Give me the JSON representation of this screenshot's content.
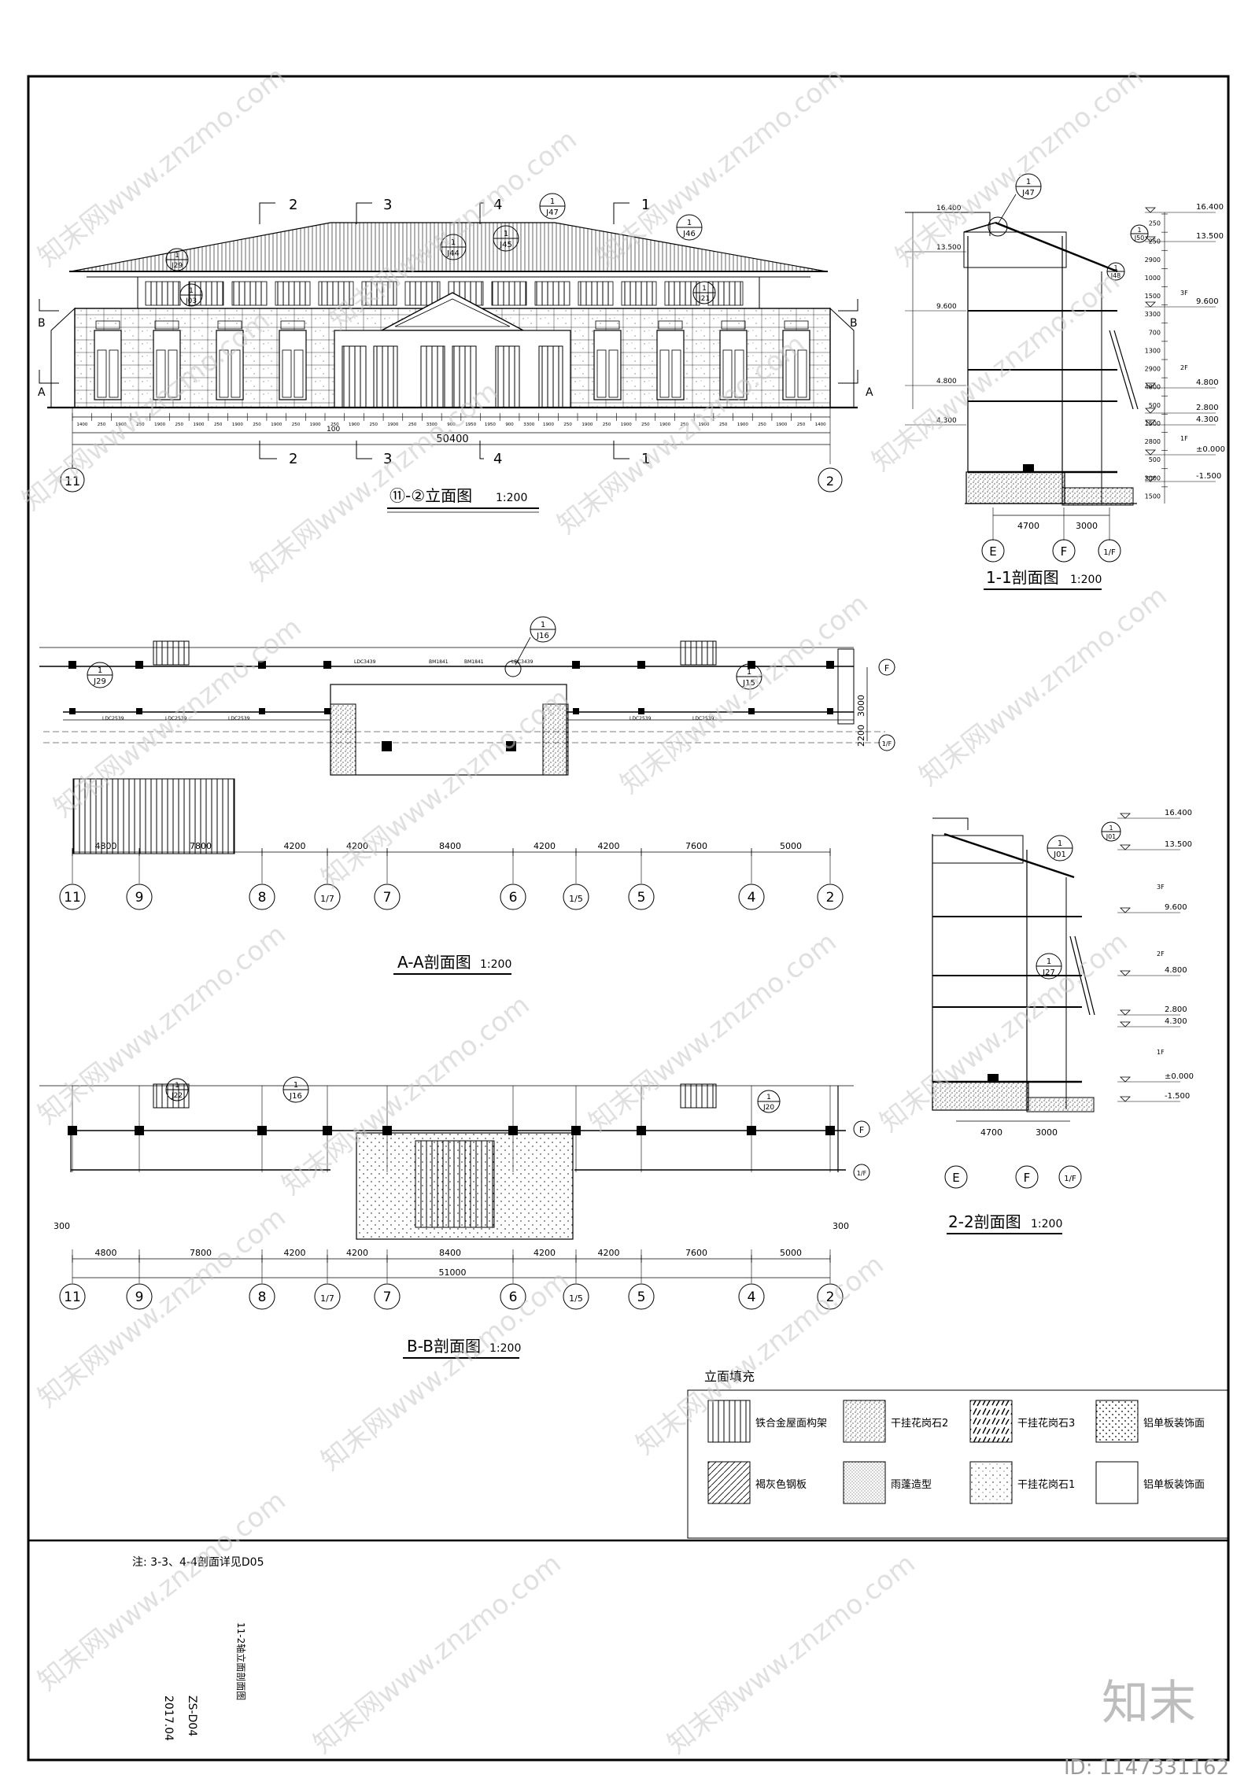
{
  "elevation": {
    "title": "⑪-②立面图",
    "scale": "1:200",
    "total_dim": "50400",
    "top_dim": "100",
    "axis_left": "11",
    "axis_right": "2",
    "cut_marks": [
      "2",
      "3",
      "4",
      "1"
    ],
    "section_marks": [
      "A",
      "B"
    ],
    "callouts": [
      {
        "num": "1",
        "ref": "J47"
      },
      {
        "num": "1",
        "ref": "J46"
      },
      {
        "num": "1",
        "ref": "J44"
      },
      {
        "num": "1",
        "ref": "J45"
      },
      {
        "num": "1",
        "ref": "J29"
      },
      {
        "num": "1",
        "ref": "J03"
      },
      {
        "num": "1",
        "ref": "J21"
      }
    ],
    "dims_row": [
      "1400",
      "250",
      "1900",
      "250",
      "1900",
      "250",
      "1900",
      "250",
      "1900",
      "250",
      "1900",
      "250",
      "1900",
      "250",
      "1900",
      "250",
      "1900",
      "250",
      "3300",
      "900",
      "1950",
      "1950",
      "900",
      "3300",
      "1900",
      "250",
      "1900",
      "250",
      "1900",
      "250",
      "1900",
      "250",
      "1900",
      "250",
      "1900",
      "250",
      "1900",
      "250",
      "1400"
    ]
  },
  "section_1_1": {
    "title": "1-1剖面图",
    "scale": "1:200",
    "callout": {
      "num": "1",
      "ref": "J47"
    },
    "callout2": {
      "num": "1",
      "ref": "J50"
    },
    "callout3": {
      "num": "1",
      "ref": "J48"
    },
    "levels": [
      "16.400",
      "13.500",
      "9.600",
      "4.800",
      "2.800",
      "4.300",
      "±0.000",
      "-1.500"
    ],
    "level_left": [
      "16.400",
      "13.500",
      "9.600",
      "4.800",
      "4.300"
    ],
    "floor_tags": [
      "3F",
      "2F",
      "1F"
    ],
    "vert_dims": [
      "250",
      "250",
      "2900",
      "1000",
      "1500",
      "3300",
      "700",
      "1300",
      "2900",
      "4800",
      "500",
      "1500",
      "2800",
      "500",
      "2000",
      "1500"
    ],
    "bottom_dims": [
      "4700",
      "3000"
    ],
    "axes": [
      "E",
      "F",
      "1/F"
    ]
  },
  "section_a_a": {
    "title": "A-A剖面图",
    "scale": "1:200",
    "callouts": [
      {
        "num": "1",
        "ref": "J29"
      },
      {
        "num": "1",
        "ref": "J16"
      },
      {
        "num": "1",
        "ref": "J15"
      }
    ],
    "right_dims": [
      "3000",
      "2200"
    ],
    "axis_right": [
      "F",
      "1/F"
    ],
    "bottom_dims": [
      "4800",
      "7800",
      "4200",
      "4200",
      "8400",
      "4200",
      "4200",
      "7600",
      "5000"
    ],
    "axes": [
      "11",
      "9",
      "8",
      "1/7",
      "7",
      "6",
      "1/5",
      "5",
      "4",
      "2"
    ],
    "window_codes": [
      "LDC2539",
      "LDC2539",
      "LDC2539",
      "LDC3439",
      "BM1841",
      "BM1841",
      "LDC3439",
      "LDC2539",
      "LDC2539"
    ]
  },
  "section_2_2": {
    "title": "2-2剖面图",
    "scale": "1:200",
    "callouts": [
      {
        "num": "1",
        "ref": "J01"
      },
      {
        "num": "1",
        "ref": "J01"
      },
      {
        "num": "1",
        "ref": "J27"
      }
    ],
    "levels": [
      "16.400",
      "13.500",
      "9.600",
      "4.800",
      "2.800",
      "4.300",
      "±0.000",
      "-1.500"
    ],
    "floor_tags": [
      "3F",
      "2F",
      "1F"
    ],
    "bottom_dims": [
      "4700",
      "3000"
    ],
    "axes": [
      "E",
      "F",
      "1/F"
    ]
  },
  "section_b_b": {
    "title": "B-B剖面图",
    "scale": "1:200",
    "callouts": [
      {
        "num": "1",
        "ref": "J22"
      },
      {
        "num": "1",
        "ref": "J16"
      },
      {
        "num": "1",
        "ref": "J20"
      }
    ],
    "side_dims": [
      "300",
      "300"
    ],
    "total_dim": "51000",
    "bottom_dims": [
      "4800",
      "7800",
      "4200",
      "4200",
      "8400",
      "4200",
      "4200",
      "7600",
      "5000"
    ],
    "axes": [
      "11",
      "9",
      "8",
      "1/7",
      "7",
      "6",
      "1/5",
      "5",
      "4",
      "2"
    ],
    "axis_right": [
      "F",
      "1/F"
    ]
  },
  "legend": {
    "title": "立面填充",
    "items": [
      {
        "label": "铁合金屋面构架",
        "pattern": "vertical-lines"
      },
      {
        "label": "干挂花岗石2",
        "pattern": "stipple-dense"
      },
      {
        "label": "干挂花岗石3",
        "pattern": "diagonal-strokes"
      },
      {
        "label": "铝单板装饰面",
        "pattern": "dots"
      },
      {
        "label": "褐灰色钢板",
        "pattern": "diagonal-hatch"
      },
      {
        "label": "雨蓬造型",
        "pattern": "fine-stipple"
      },
      {
        "label": "干挂花岗石1",
        "pattern": "sparse-stipple"
      },
      {
        "label": "铝单板装饰面",
        "pattern": "blank"
      }
    ]
  },
  "note": "注: 3-3、4-4剖面详见D05",
  "titleblock": {
    "drawing_name": "11-2轴立面剖面图",
    "drawing_no": "ZS-D04",
    "date": "2017.04"
  },
  "watermark": {
    "text": "知末网www.znzmo.com",
    "logo": "知末",
    "id": "ID: 1147331162"
  }
}
